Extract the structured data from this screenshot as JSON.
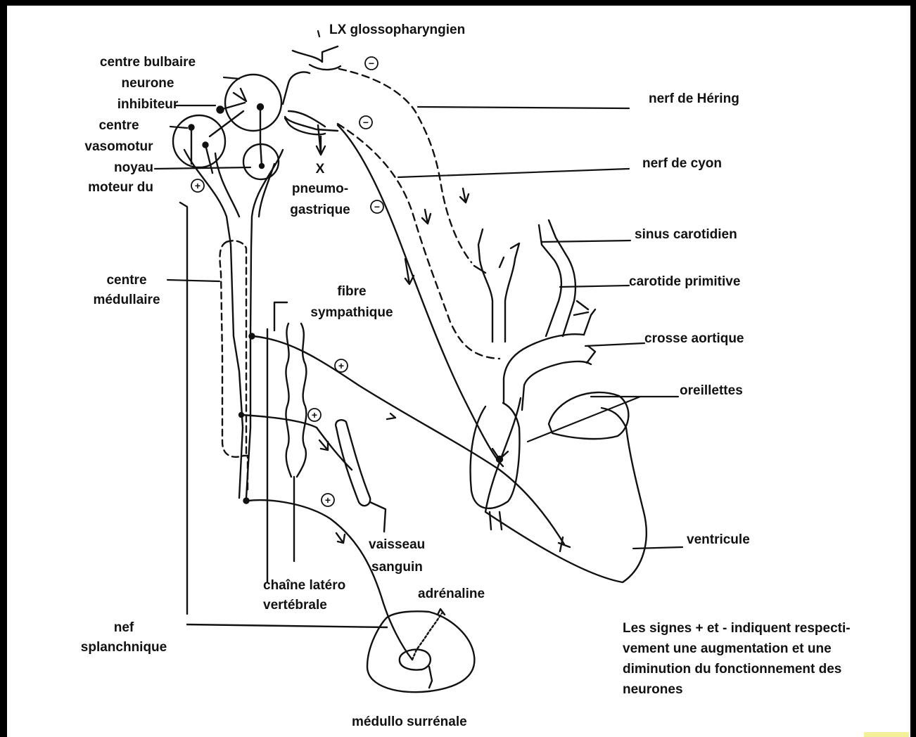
{
  "labels": {
    "glosso": "LX glossopharyngien",
    "centre_bulbaire": "centre bulbaire",
    "neurone": "neurone",
    "inhibiteur": "inhibiteur",
    "centre_vaso": "centre",
    "vasomotur": "vasomotur",
    "noyau": "noyau",
    "moteur_du": "moteur du",
    "x": "X",
    "pneumo": "pneumo-",
    "gastrique": "gastrique",
    "nerf_hering": "nerf de Héring",
    "nerf_cyon": "nerf de cyon",
    "sinus": "sinus carotidien",
    "carotide": "carotide primitive",
    "crosse": "crosse aortique",
    "oreillettes": "oreillettes",
    "centre_med": "centre",
    "medullaire": "médullaire",
    "fibre": "fibre",
    "sympathique": "sympathique",
    "vaisseau": "vaisseau",
    "sanguin": "sanguin",
    "ventricule": "ventricule",
    "chaine": "chaîne latéro",
    "vertebrale": "vertébrale",
    "adrenaline": "adrénaline",
    "nef": "nef",
    "splanchnique": "splanchnique",
    "medullo": "médullo surrénale"
  },
  "note": {
    "line1": "Les signes + et - indiquent respecti-",
    "line2": "vement une augmentation et une",
    "line3": "diminution du fonctionnement des",
    "line4": "neurones"
  },
  "signs": {
    "plus": "+",
    "minus": "−"
  },
  "colors": {
    "frame": "#000000",
    "paper": "#ffffff",
    "ink": "#111111",
    "highlight": "#f4f09a"
  }
}
